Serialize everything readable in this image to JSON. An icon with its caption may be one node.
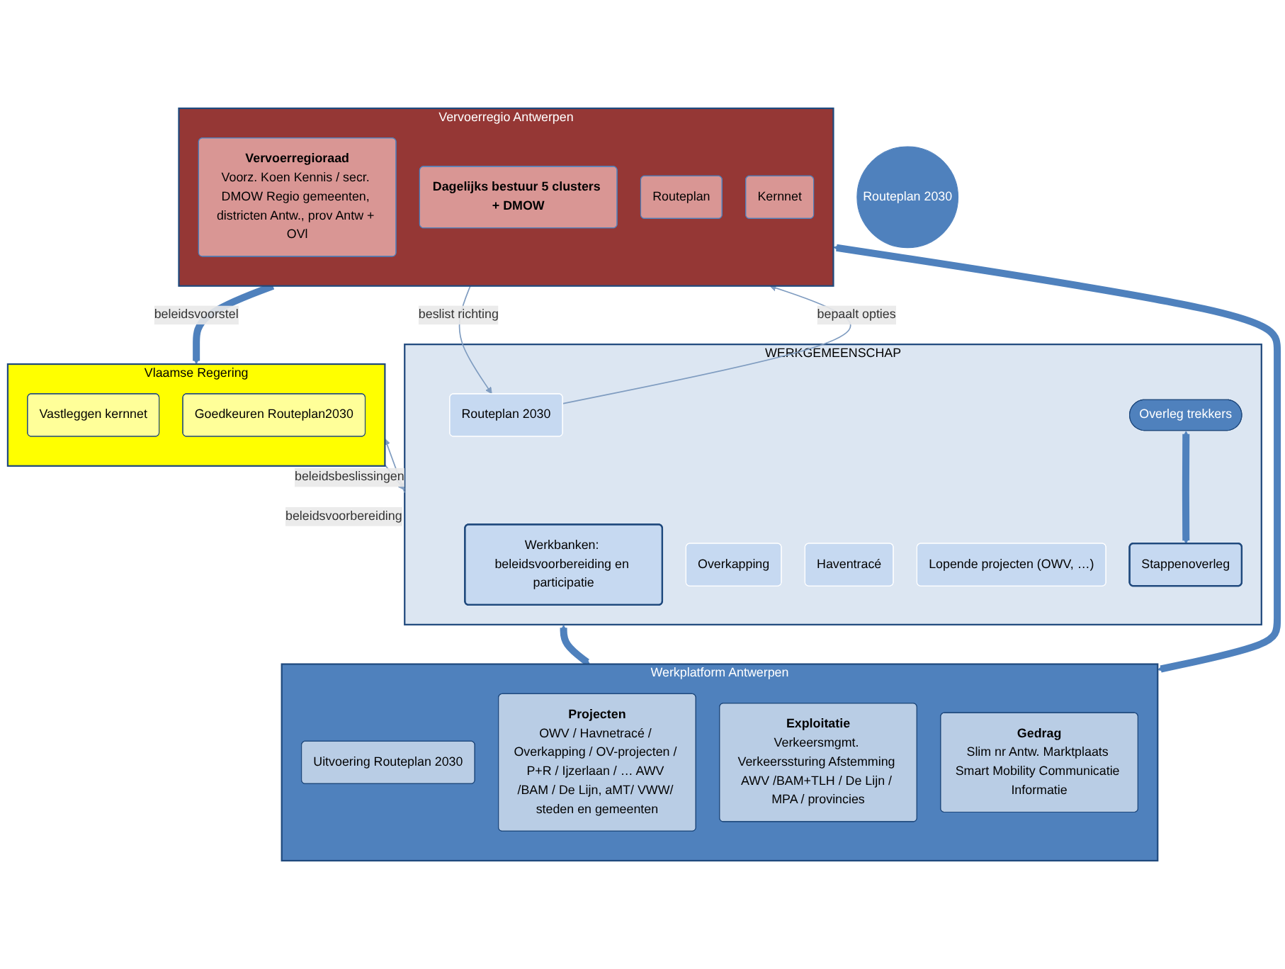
{
  "diagram": {
    "nodes": [
      {
        "text": [
          "WERKGEMEENSCHAP"
        ]
      },
      {
        "text": [
          "Werkbanken: beleidsvoorbereiding en participatie"
        ],
        "in": 0
      },
      {
        "text": [
          "Overkapping"
        ],
        "in": 0
      },
      {
        "text": [
          "Routeplan 2030"
        ],
        "in": 0
      },
      {
        "text": [
          "Overleg trekkers"
        ],
        "in": 0
      },
      {
        "text": [
          "Haventracé"
        ],
        "in": 0
      },
      {
        "text": [
          "Lopende projecten (OWV, …)"
        ],
        "in": 0
      },
      {
        "text": [
          "Stappenoverleg"
        ],
        "in": 0
      },
      {
        "text": [
          "Vlaamse Regering"
        ]
      },
      {
        "text": [
          "Vastleggen kernnet"
        ],
        "in": 8
      },
      {
        "text": [
          "Goedkeuren Routeplan2030"
        ],
        "in": 8
      },
      {
        "text": [
          "Vervoerregio Antwerpen"
        ]
      },
      {
        "text": [
          "Vervoerregioraad",
          "Voorz. Koen Kennis / secr. DMOW Regio gemeenten, districten Antw., prov Antw + OVl"
        ],
        "in": 11
      },
      {
        "text": [
          "Dagelijks bestuur 5 clusters + DMOW"
        ],
        "in": 11
      },
      {
        "text": [
          "Routeplan"
        ],
        "in": 11
      },
      {
        "text": [
          "Kernnet"
        ],
        "in": 11
      },
      {
        "text": [
          "Routeplan 2030"
        ]
      },
      {
        "text": [
          "Werkplatform Antwerpen"
        ]
      },
      {
        "text": [
          "Uitvoering Routeplan 2030"
        ],
        "in": 17
      },
      {
        "text": [
          "Projecten",
          "OWV / Havnetracé / Overkapping / OV-projecten / P+R / Ijzerlaan / … AWV /BAM / De Lijn, aMT/ VWW/ steden en gemeenten"
        ],
        "in": 17
      },
      {
        "text": [
          "Exploitatie",
          "Verkeersmgmt. Verkeerssturing Afstemming AWV /BAM+TLH / De Lijn / MPA / provincies"
        ],
        "in": 17
      },
      {
        "text": [
          "Gedrag",
          "Slim nr Antw. Marktplaats Smart Mobility Communicatie Informatie"
        ],
        "in": 17
      }
    ],
    "edges": [
      {
        "from": 0,
        "to": 8,
        "arrow": "to",
        "label": "beleidsvoorbereiding"
      },
      {
        "from": 8,
        "to": 0,
        "arrow": "to",
        "label": "beleidsbeslissingen"
      },
      {
        "from": 11,
        "to": 8,
        "arrow": "to",
        "label": "beleidsvoorstel",
        "style": "thick",
        "color": "#4f81bd"
      },
      {
        "from": 3,
        "to": 11,
        "arrow": "to",
        "label": "bepaalt opties"
      },
      {
        "from": 11,
        "to": 3,
        "arrow": "to",
        "label": "beslist richting"
      },
      {
        "from": 4,
        "to": 7,
        "arrow": "both",
        "style": "thick",
        "color": "#4f81bd"
      },
      {
        "from": 0,
        "to": 17,
        "arrow": "both",
        "style": "thick",
        "color": "#4f81bd"
      },
      {
        "from": 11,
        "to": 17,
        "arrow": "both",
        "style": "thick",
        "color": "#4f81bd"
      }
    ]
  }
}
